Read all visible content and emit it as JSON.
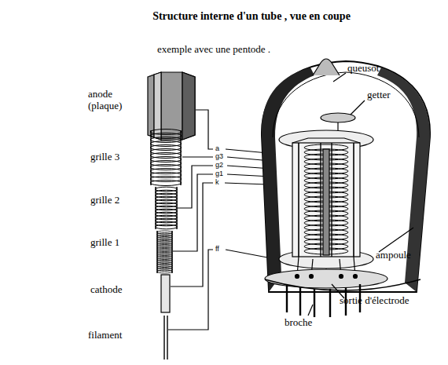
{
  "diagram": {
    "title": "Structure interne d'un tube , vue en coupe",
    "labels": [
      "exemple avec une pentode .",
      "anode (plaque)",
      "grille 3",
      "grille 2",
      "grille 1",
      "cathode",
      "filament",
      "a",
      "g3",
      "g2",
      "g1",
      "k",
      "ff",
      "queusot",
      "getter",
      "ampoule",
      "broche",
      "sortie d'électrode"
    ]
  }
}
